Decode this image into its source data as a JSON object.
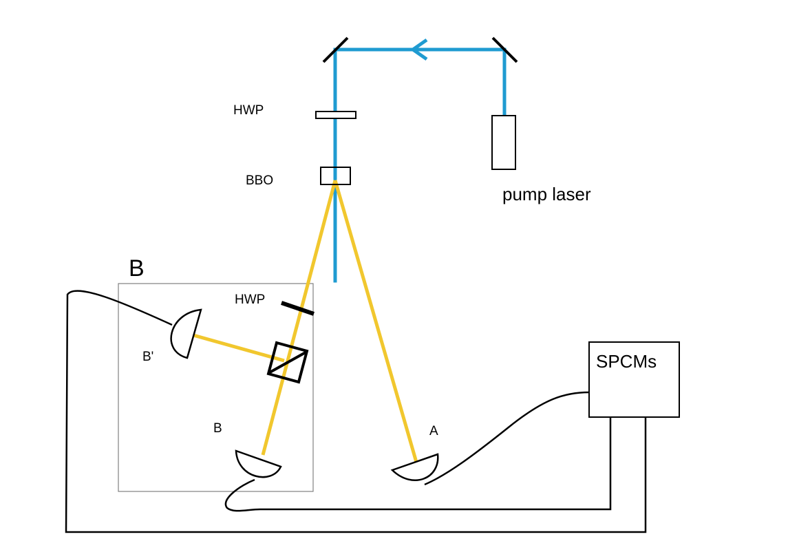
{
  "labels": {
    "hwp_top": "HWP",
    "bbo": "BBO",
    "pump_laser": "pump laser",
    "box_b": "B",
    "hwp_b": "HWP",
    "b_prime": "B'",
    "detector_b": "B",
    "detector_a": "A",
    "spcms": "SPCMs"
  },
  "colors": {
    "pump_beam": "#1f9bd1",
    "downconverted_beam": "#f1c72e",
    "outline": "#000000",
    "box_border": "#808080",
    "background": "#ffffff"
  }
}
